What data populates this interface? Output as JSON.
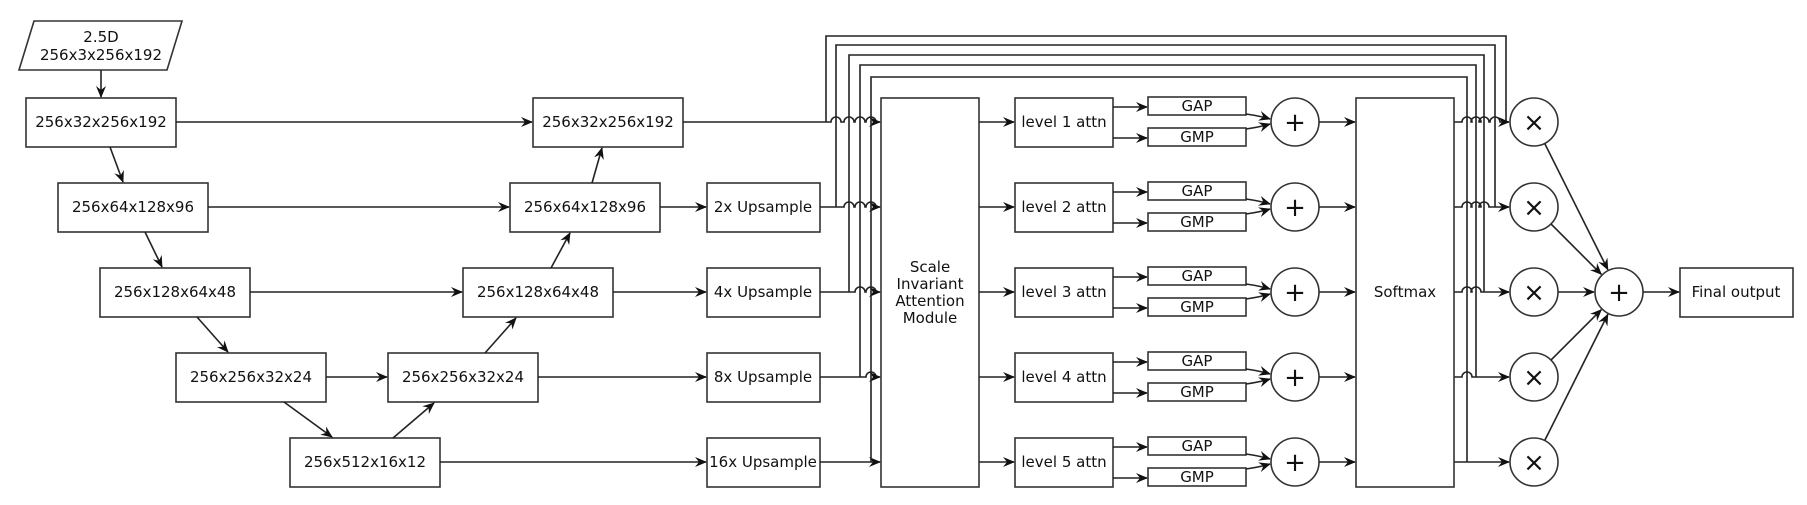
{
  "diagram": {
    "input": {
      "line1": "2.5D",
      "line2": "256x3x256x192"
    },
    "encoder": [
      "256x32x256x192",
      "256x64x128x96",
      "256x128x64x48",
      "256x256x32x24",
      "256x512x16x12"
    ],
    "decoder": [
      "256x32x256x192",
      "256x64x128x96",
      "256x128x64x48",
      "256x256x32x24"
    ],
    "upsample": [
      "2x Upsample",
      "4x Upsample",
      "8x Upsample",
      "16x Upsample"
    ],
    "siam": {
      "line1": "Scale",
      "line2": "Invariant",
      "line3": "Attention",
      "line4": "Module"
    },
    "levels": [
      {
        "attn": "level 1 attn",
        "gap": "GAP",
        "gmp": "GMP"
      },
      {
        "attn": "level 2 attn",
        "gap": "GAP",
        "gmp": "GMP"
      },
      {
        "attn": "level 3 attn",
        "gap": "GAP",
        "gmp": "GMP"
      },
      {
        "attn": "level 4 attn",
        "gap": "GAP",
        "gmp": "GMP"
      },
      {
        "attn": "level 5 attn",
        "gap": "GAP",
        "gmp": "GMP"
      }
    ],
    "plus_symbol": "+",
    "times_symbol": "×",
    "softmax": "Softmax",
    "final_output": "Final output"
  }
}
